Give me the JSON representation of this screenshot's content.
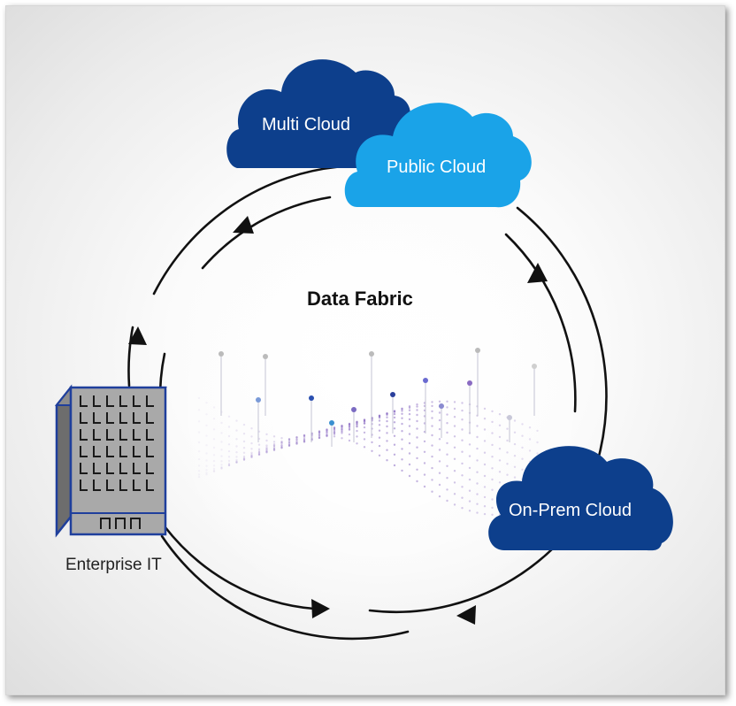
{
  "diagram": {
    "center_title": "Data Fabric",
    "nodes": {
      "multi_cloud": {
        "label": "Multi Cloud",
        "color": "#0d3f8c"
      },
      "public_cloud": {
        "label": "Public Cloud",
        "color": "#1aa3e8"
      },
      "on_prem_cloud": {
        "label": "On-Prem Cloud",
        "color": "#0d3f8c"
      },
      "enterprise_it": {
        "label": "Enterprise IT",
        "icon": "building-icon"
      }
    },
    "colors": {
      "ring": "#111111",
      "building_facade": "#a9a9a9",
      "building_outline": "#1f3f9c",
      "wave": "#8a6bc2"
    }
  }
}
